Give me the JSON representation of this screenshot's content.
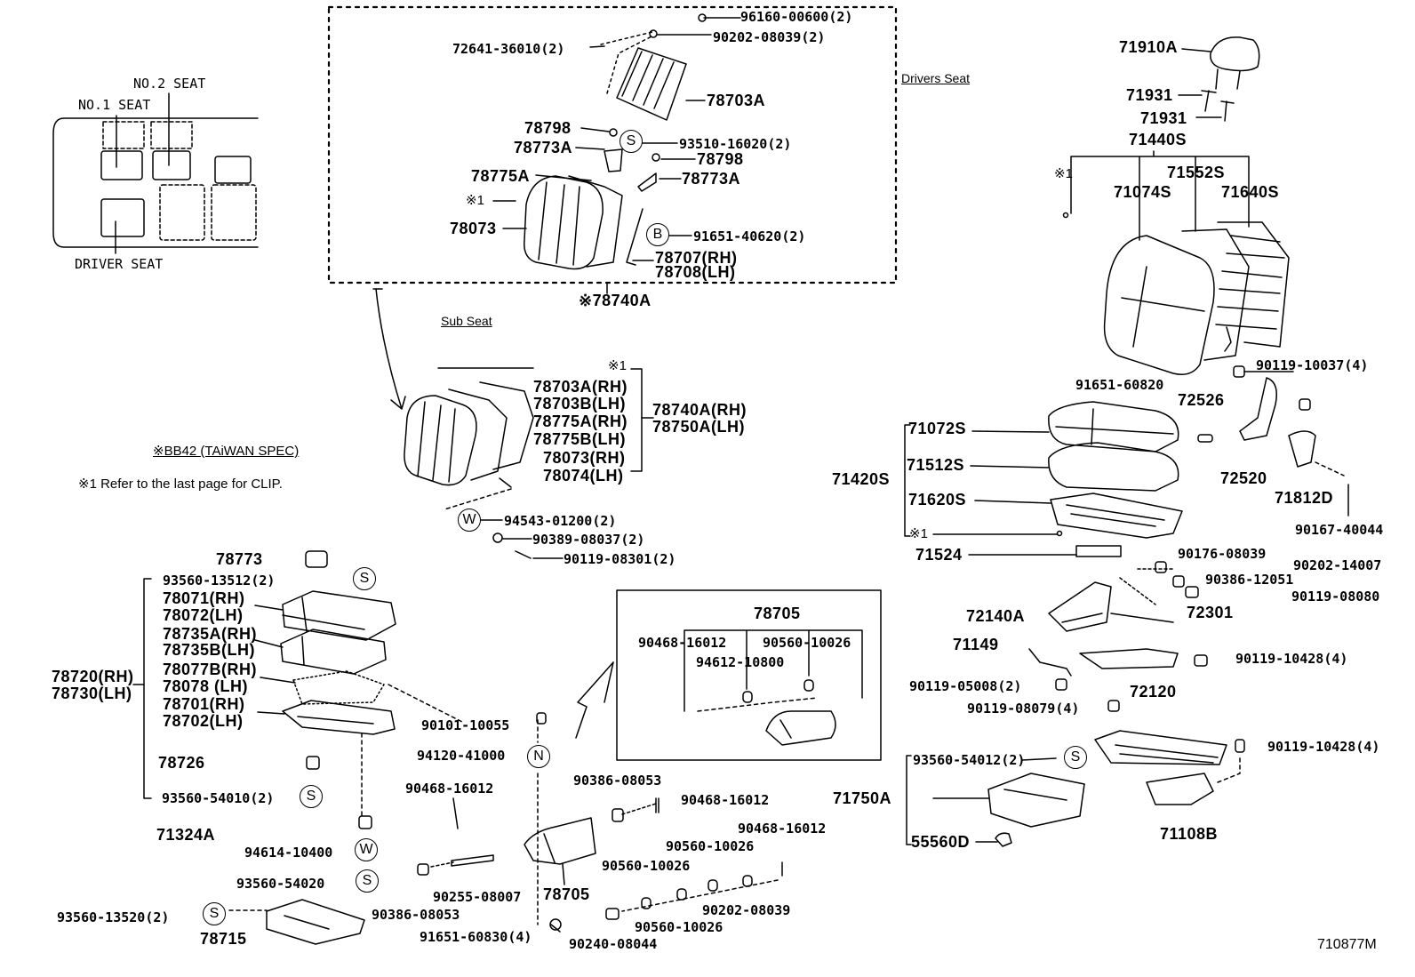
{
  "locator": {
    "no1_seat": "NO.1 SEAT",
    "no2_seat": "NO.2 SEAT",
    "driver_seat": "DRIVER SEAT"
  },
  "sections": {
    "drivers_seat": "Drivers Seat",
    "sub_seat": "Sub Seat"
  },
  "notes": {
    "spec": "※BB42 (TAiWAN SPEC)",
    "clip": "※1  Refer to the last page for CLIP."
  },
  "symbols": {
    "S": "S",
    "B": "B",
    "W": "W",
    "N": "N",
    "clip_mark": "※1",
    "assy_78740A": "※78740A"
  },
  "drivers_seat_parts": {
    "p96160": "96160-00600(2)",
    "p90202": "90202-08039(2)",
    "p72641": "72641-36010(2)",
    "p78703A": "78703A",
    "p78798a": "78798",
    "p78773Aa": "78773A",
    "p93510": "93510-16020(2)",
    "p78798b": "78798",
    "p78775A": "78775A",
    "p78773Ab": "78773A",
    "p78073": "78073",
    "p91651": "91651-40620(2)",
    "p78707": "78707(RH)",
    "p78708": "78708(LH)"
  },
  "sub_seat_parts": {
    "p78703A": "78703A(RH)",
    "p78703B": "78703B(LH)",
    "p78775A": "78775A(RH)",
    "p78775B": "78775B(LH)",
    "p78073": "78073(RH)",
    "p78074": "78074(LH)",
    "p78740A": "78740A(RH)",
    "p78750A": "78750A(LH)",
    "p94543": "94543-01200(2)",
    "p90389": "90389-08037(2)",
    "p90119": "90119-08301(2)"
  },
  "left_parts": {
    "p78773": "78773",
    "p93560_13512": "93560-13512(2)",
    "p78071": "78071(RH)",
    "p78072": "78072(LH)",
    "p78735A": "78735A(RH)",
    "p78735B": "78735B(LH)",
    "p78077B": "78077B(RH)",
    "p78078": "78078  (LH)",
    "p78701": "78701(RH)",
    "p78702": "78702(LH)",
    "p78720": "78720(RH)",
    "p78730": "78730(LH)",
    "p78726": "78726",
    "p93560_54010": "93560-54010(2)",
    "p71324A": "71324A",
    "p94614": "94614-10400",
    "p93560_54020": "93560-54020",
    "p93560_13520": "93560-13520(2)",
    "p78715": "78715"
  },
  "center_parts": {
    "p90101": "90101-10055",
    "p94120": "94120-41000",
    "p90468a": "90468-16012",
    "p90386a": "90386-08053",
    "p90468b": "90468-16012",
    "p90468c": "90468-16012",
    "p90560a": "90560-10026",
    "p90560b": "90560-10026",
    "p90255": "90255-08007",
    "p78705": "78705",
    "p90386b": "90386-08053",
    "p90202": "90202-08039",
    "p90560c": "90560-10026",
    "p91651": "91651-60830(4)",
    "p90240": "90240-08044"
  },
  "inset_parts": {
    "p78705": "78705",
    "p90468": "90468-16012",
    "p90560": "90560-10026",
    "p94612": "94612-10800"
  },
  "right_parts": {
    "p71910A": "71910A",
    "p71931a": "71931",
    "p71931b": "71931",
    "p71440S": "71440S",
    "p71552S": "71552S",
    "p71074S": "71074S",
    "p71640S": "71640S",
    "p91651": "91651-60820",
    "p90119_10037": "90119-10037(4)",
    "p72526": "72526",
    "p72520": "72520",
    "p71812D": "71812D",
    "p90167": "90167-40044",
    "p71072S": "71072S",
    "p71512S": "71512S",
    "p71420S": "71420S",
    "p71620S": "71620S",
    "p71524": "71524",
    "p90176": "90176-08039",
    "p90202": "90202-14007",
    "p90386": "90386-12051",
    "p90119_08080": "90119-08080",
    "p72140A": "72140A",
    "p72301": "72301",
    "p71149": "71149",
    "p90119_10428a": "90119-10428(4)",
    "p90119_05008": "90119-05008(2)",
    "p72120": "72120",
    "p90119_08079": "90119-08079(4)",
    "p90119_10428b": "90119-10428(4)",
    "p93560_54012": "93560-54012(2)",
    "p71750A": "71750A",
    "p55560D": "55560D",
    "p71108B": "71108B"
  },
  "figure_code": "710877M"
}
